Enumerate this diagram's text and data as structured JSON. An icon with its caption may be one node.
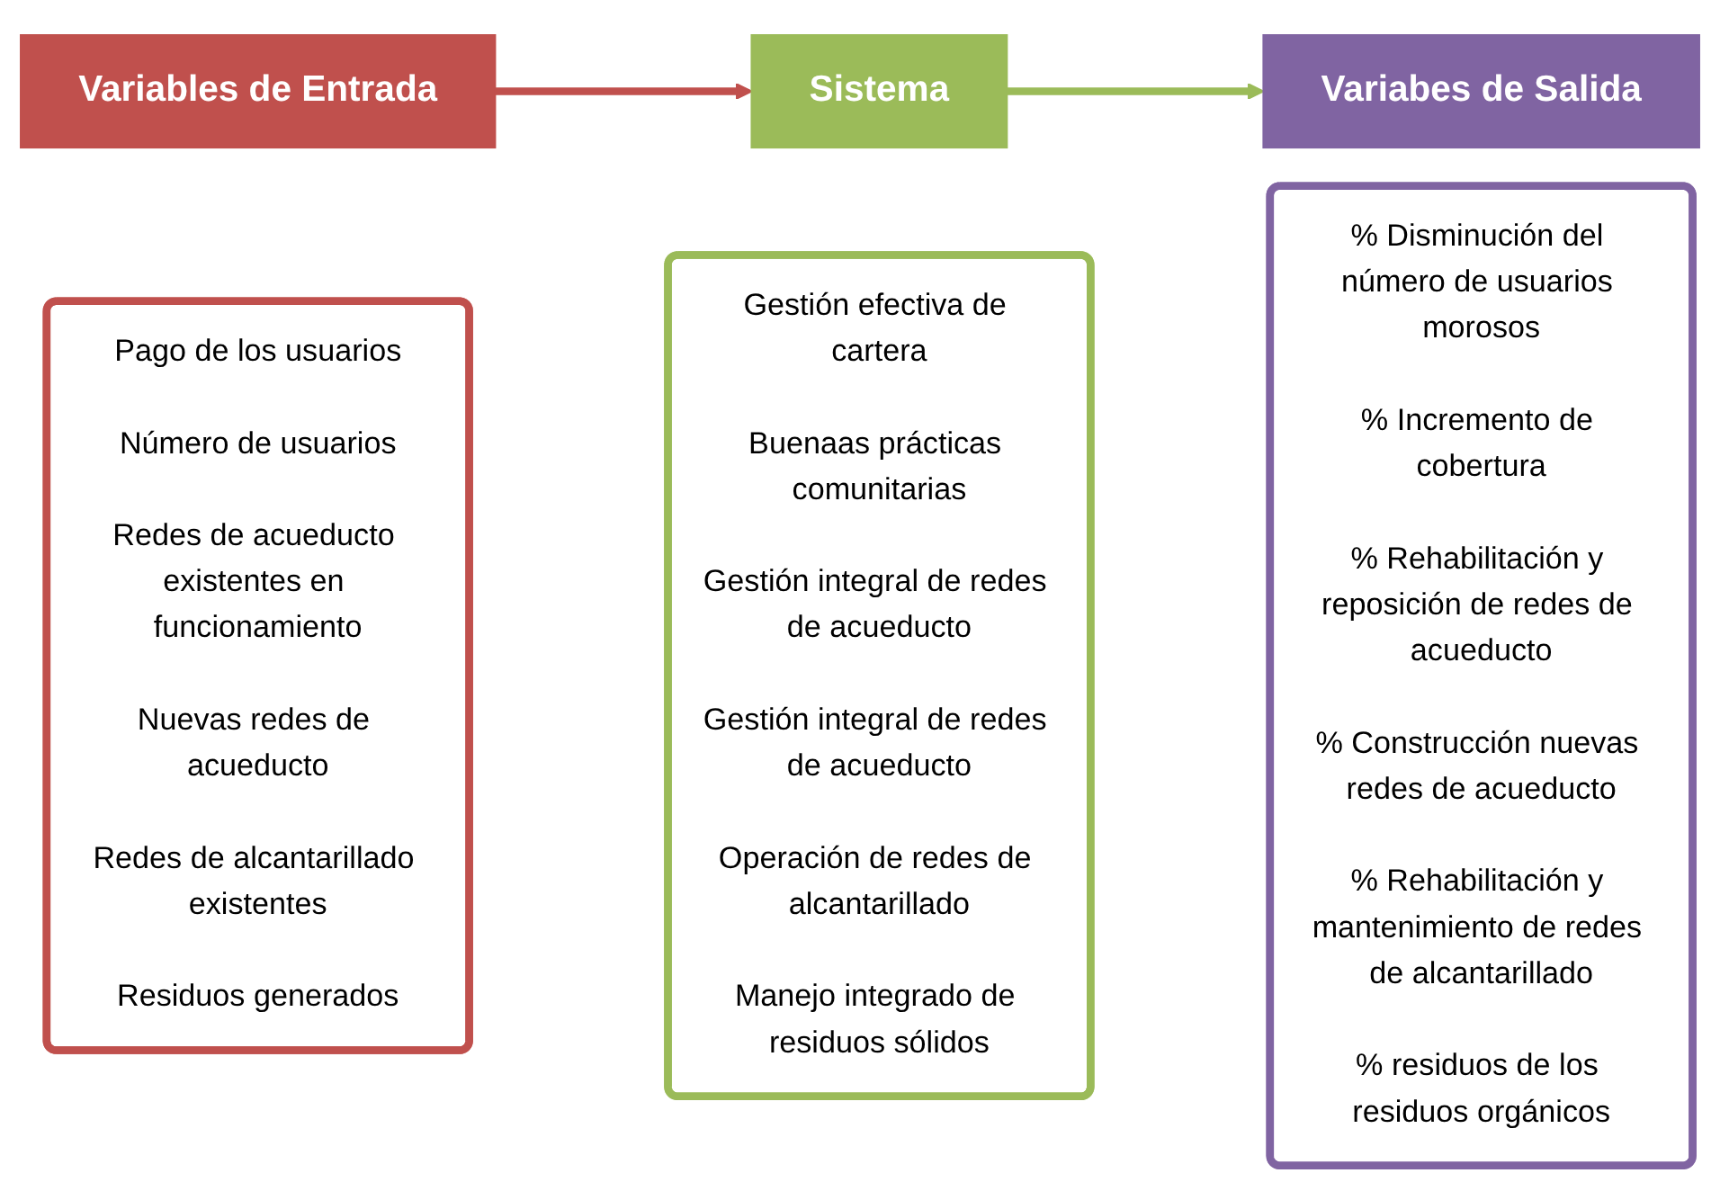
{
  "diagram": {
    "nodes": [
      {
        "text": [
          "Variables de Entrada"
        ]
      },
      {
        "text": [
          "Pago de los usuarios",
          "Número de usuarios",
          "Redes de acueducto existentes en funcionamiento",
          "Nuevas redes de acueducto",
          "Redes de alcantarillado existentes",
          "Residuos generados"
        ]
      },
      {
        "text": [
          "Sistema"
        ]
      },
      {
        "text": [
          "Gestión efectiva de cartera",
          "Buenaas prácticas comunitarias",
          "Gestión integral de redes de acueducto",
          "Gestión integral de redes de acueducto",
          "Operación de redes de alcantarillado",
          "Manejo integrado de residuos sólidos"
        ]
      },
      {
        "text": [
          "Variabes de Salida"
        ]
      },
      {
        "text": [
          "% Disminución del número de usuarios morosos",
          "% Incremento de cobertura",
          "% Rehabilitación y reposición de redes de acueducto",
          "% Construcción nuevas redes de acueducto",
          "% Rehabilitación y mantenimiento de redes de alcantarillado",
          "% residuos de los residuos orgánicos"
        ]
      }
    ],
    "edges": [
      {
        "from": 0,
        "to": 2,
        "arrow": "to",
        "color": "#c0504d"
      },
      {
        "from": 2,
        "to": 4,
        "arrow": "to",
        "color": "#9bbb59"
      }
    ]
  }
}
